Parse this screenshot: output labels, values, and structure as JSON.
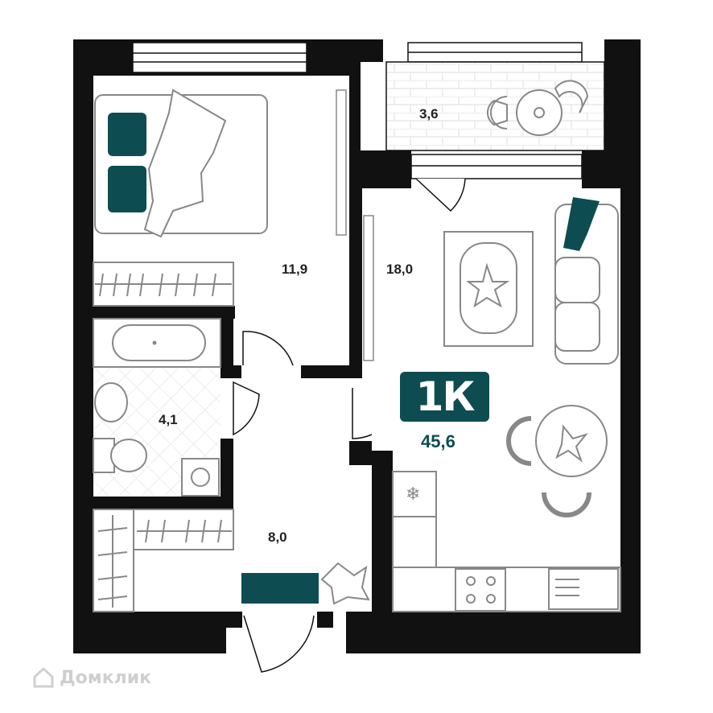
{
  "plan": {
    "type_badge": "1К",
    "total_area": "45,6",
    "rooms": [
      {
        "id": "bedroom",
        "area": "11,9"
      },
      {
        "id": "living-kitchen",
        "area": "18,0"
      },
      {
        "id": "balcony",
        "area": "3,6"
      },
      {
        "id": "bathroom",
        "area": "4,1"
      },
      {
        "id": "hallway",
        "area": "8,0"
      }
    ]
  },
  "watermark": {
    "text": "Домклик",
    "icon": "house-logo-icon"
  },
  "colors": {
    "wall": "#111111",
    "accent": "#0d4d52",
    "line": "#9a9a9a",
    "tile": "#d6d6d6"
  }
}
